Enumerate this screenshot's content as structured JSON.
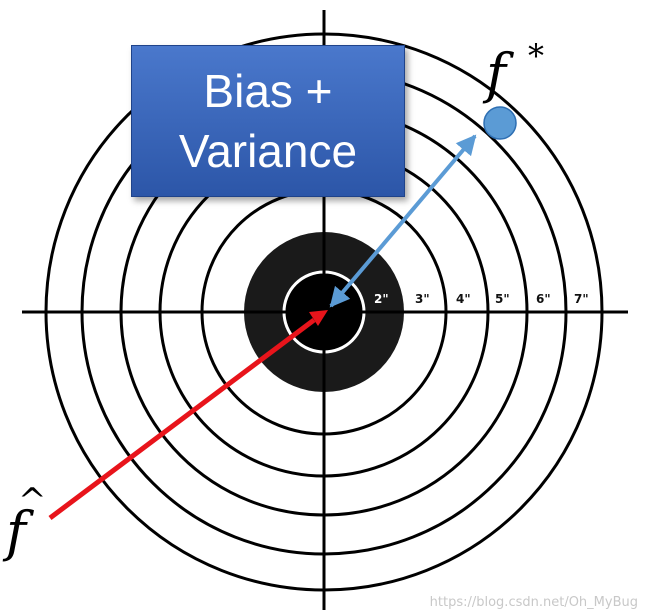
{
  "label_box": {
    "line1": "Bias +",
    "line2": "Variance"
  },
  "ring_labels": [
    "2\"",
    "3\"",
    "4\"",
    "5\"",
    "6\"",
    "7\""
  ],
  "math": {
    "f_star": "f",
    "f_star_sup": "*",
    "f_hat": "f",
    "f_hat_accent": "^"
  },
  "watermark": "https://blog.csdn.net/Oh_MyBug",
  "colors": {
    "bias_arrow": "#e8141b",
    "variance_arrow": "#5b9bd5",
    "target_point": "#5b9bd5",
    "bullseye": "#1a1a1a"
  }
}
